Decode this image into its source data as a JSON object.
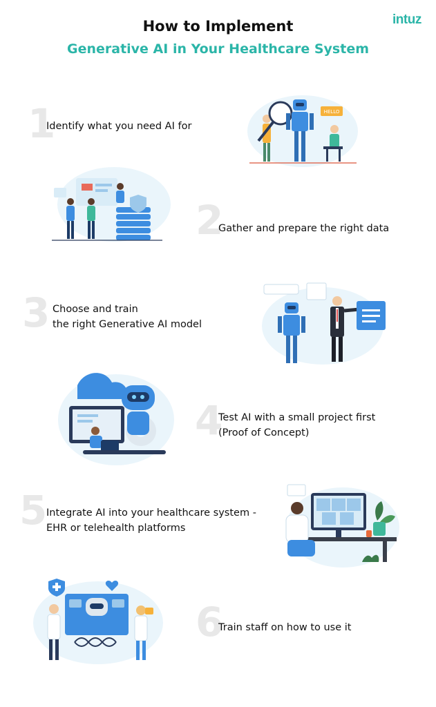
{
  "header": {
    "title_line1": "How to Implement",
    "title_line2": "Generative AI in Your Healthcare System",
    "logo_text": "intuz"
  },
  "steps": [
    {
      "number": "1",
      "lines": [
        "Identify what you need AI for"
      ],
      "illustration": "robot-magnifier-illustration"
    },
    {
      "number": "2",
      "lines": [
        "Gather and prepare the right data"
      ],
      "illustration": "data-server-team-illustration"
    },
    {
      "number": "3",
      "lines": [
        "Choose and train",
        "the right Generative AI model"
      ],
      "illustration": "robot-presentation-illustration"
    },
    {
      "number": "4",
      "lines": [
        "Test AI with a small project first",
        "(Proof of Concept)"
      ],
      "illustration": "laptop-robot-illustration"
    },
    {
      "number": "5",
      "lines": [
        "Integrate AI into your healthcare system -",
        "EHR or telehealth platforms"
      ],
      "illustration": "telehealth-desk-illustration"
    },
    {
      "number": "6",
      "lines": [
        "Train staff on how to use it"
      ],
      "illustration": "medical-staff-ai-illustration"
    }
  ],
  "illustration_text": {
    "hello_sign": "HELLO"
  },
  "colors": {
    "accent": "#2bb5a8",
    "title": "#111111",
    "number": "#e8e8e8",
    "illustration_blue": "#3d8de0",
    "illustration_bg": "#eaf5fb"
  }
}
